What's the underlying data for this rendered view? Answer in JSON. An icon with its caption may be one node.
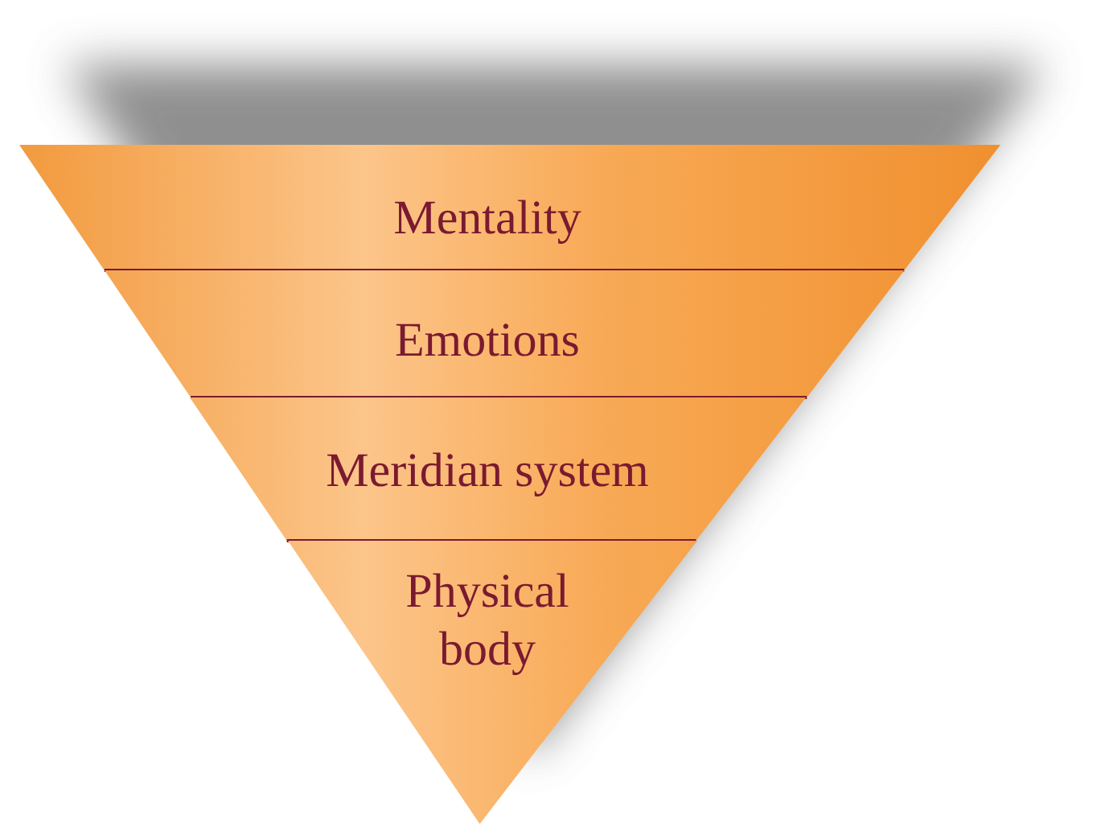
{
  "diagram": {
    "nodes": [
      {
        "text": [
          "Mentality"
        ]
      },
      {
        "text": [
          "Emotions"
        ]
      },
      {
        "text": [
          "Meridian system"
        ]
      },
      {
        "text": [
          "Physical body"
        ]
      }
    ]
  }
}
